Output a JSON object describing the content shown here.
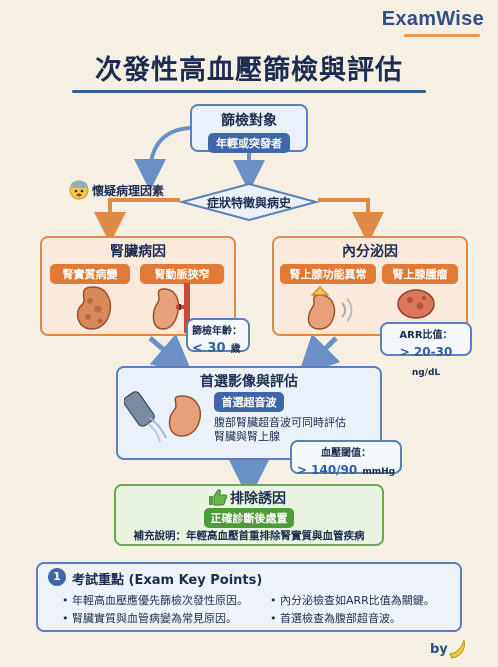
{
  "brand": "ExamWise",
  "title": "次發性高血壓篩檢與評估",
  "screening": {
    "heading": "篩檢對象",
    "pill": "年輕或突發者"
  },
  "suspect_label": "懷疑病理因素",
  "symptoms": "症狀特徵與病史",
  "renal": {
    "heading": "腎臟病因",
    "pill_left": "腎實質病變",
    "pill_right": "腎動脈狹窄",
    "age_label": "篩檢年齡：",
    "age_value": "< 30",
    "age_unit": "歲"
  },
  "endocrine": {
    "heading": "內分泌因",
    "pill_left": "腎上腺功能異常",
    "pill_right": "腎上腺腫瘤",
    "arr_label": "ARR比值：",
    "arr_value": "> 20-30",
    "arr_unit": "ng/dL"
  },
  "imaging": {
    "heading": "首選影像與評估",
    "pill": "首選超音波",
    "line1": "腹部腎臟超音波可同時評估",
    "line2": "腎臟與腎上腺",
    "bp_label": "血壓閾值：",
    "bp_value": "> 140/90",
    "bp_unit": "mmHg"
  },
  "exclude": {
    "heading": "排除誘因",
    "pill": "正確診斷後處置",
    "note": "補充說明：年輕高血壓首重排除腎實質與血管疾病"
  },
  "keypoints": {
    "number": "1",
    "heading": "考試重點 (Exam Key Points)",
    "items": [
      "年輕高血壓應優先篩檢次發性原因。",
      "內分泌檢查如ARR比值為關鍵。",
      "腎臟實質與血管病變為常見原因。",
      "首選檢查為腹部超音波。"
    ]
  },
  "byline": "by",
  "colors": {
    "blue": "#3f67a8",
    "orange": "#e07a36",
    "green": "#4f9a3d",
    "arrow": "#6b8fc7"
  },
  "icons": [
    "thinking-face-icon",
    "kidney-icon",
    "renal-artery-icon",
    "adrenal-gland-icon",
    "adrenal-tumor-icon",
    "ultrasound-probe-icon",
    "thumbs-up-icon",
    "banana-icon"
  ]
}
